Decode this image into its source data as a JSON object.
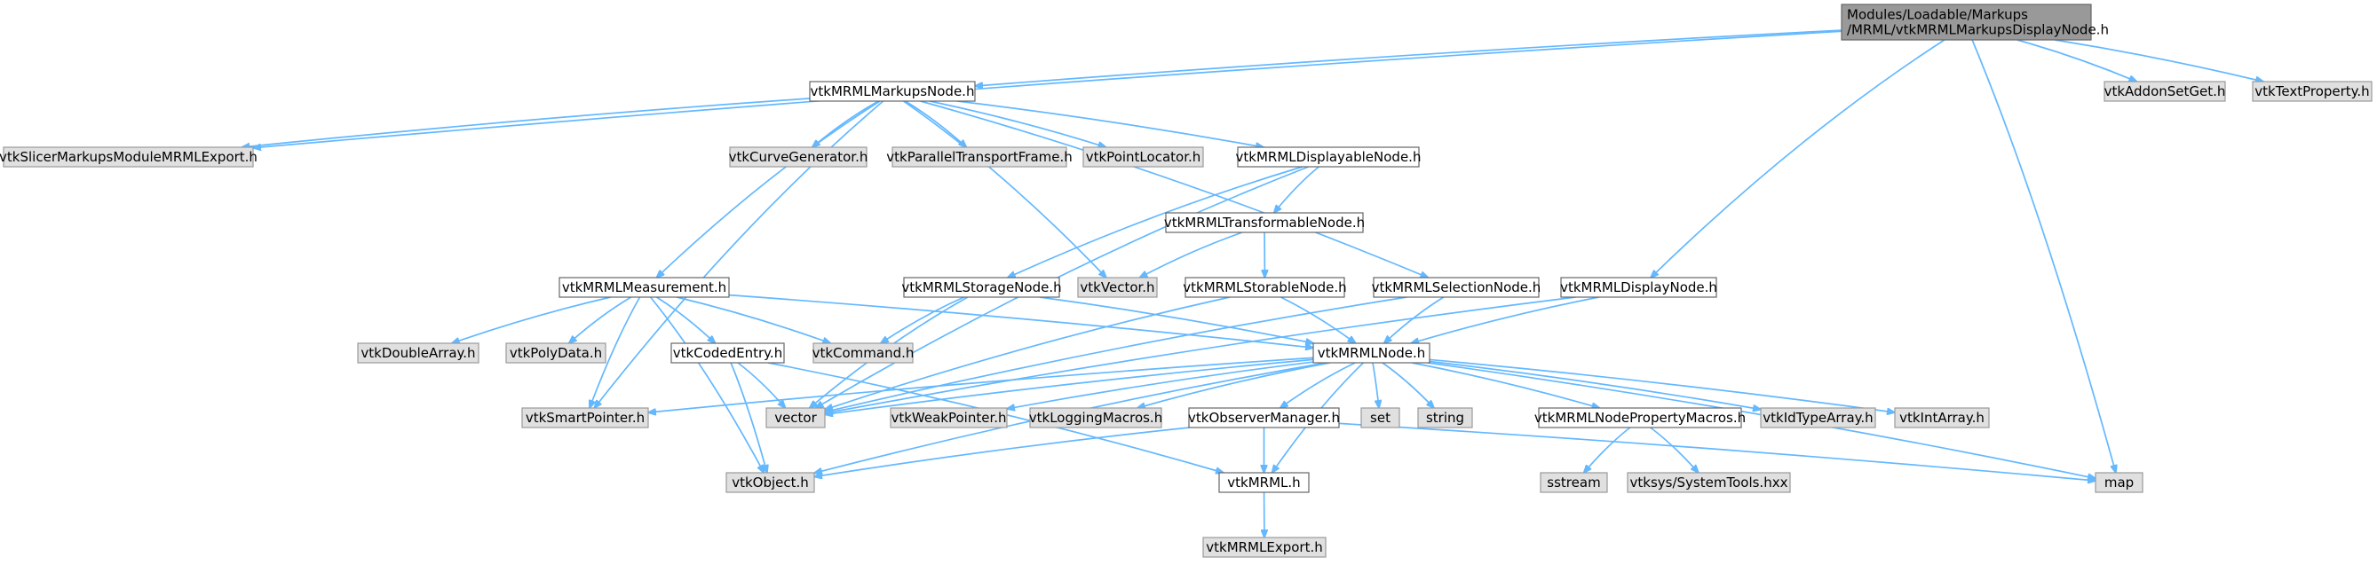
{
  "title": "",
  "colors": {
    "root_fill": "#999999",
    "root_stroke": "#666666",
    "node_fill": "#ffffff",
    "node_stroke": "#666666",
    "leaf_fill": "#e0e0e0",
    "leaf_stroke": "#999999",
    "edge": "#63b8ff"
  },
  "nodes": [
    {
      "id": "root",
      "lines": [
        "Modules/Loadable/Markups",
        "/MRML/vtkMRMLMarkupsDisplayNode.h"
      ],
      "style": "root"
    },
    {
      "id": "markupsnode",
      "lines": [
        "vtkMRMLMarkupsNode.h"
      ],
      "style": "node"
    },
    {
      "id": "slicerexport",
      "lines": [
        "vtkSlicerMarkupsModuleMRMLExport.h"
      ],
      "style": "leaf"
    },
    {
      "id": "curvegen",
      "lines": [
        "vtkCurveGenerator.h"
      ],
      "style": "leaf"
    },
    {
      "id": "paralleltransport",
      "lines": [
        "vtkParallelTransportFrame.h"
      ],
      "style": "leaf"
    },
    {
      "id": "pointlocator",
      "lines": [
        "vtkPointLocator.h"
      ],
      "style": "leaf"
    },
    {
      "id": "displayable",
      "lines": [
        "vtkMRMLDisplayableNode.h"
      ],
      "style": "node"
    },
    {
      "id": "addonsetget",
      "lines": [
        "vtkAddonSetGet.h"
      ],
      "style": "leaf"
    },
    {
      "id": "textproperty",
      "lines": [
        "vtkTextProperty.h"
      ],
      "style": "leaf"
    },
    {
      "id": "transformable",
      "lines": [
        "vtkMRMLTransformableNode.h"
      ],
      "style": "node"
    },
    {
      "id": "vtkvector",
      "lines": [
        "vtkVector.h"
      ],
      "style": "leaf"
    },
    {
      "id": "measurement",
      "lines": [
        "vtkMRMLMeasurement.h"
      ],
      "style": "node"
    },
    {
      "id": "storage",
      "lines": [
        "vtkMRMLStorageNode.h"
      ],
      "style": "node"
    },
    {
      "id": "storable",
      "lines": [
        "vtkMRMLStorableNode.h"
      ],
      "style": "node"
    },
    {
      "id": "selection",
      "lines": [
        "vtkMRMLSelectionNode.h"
      ],
      "style": "node"
    },
    {
      "id": "displaynode",
      "lines": [
        "vtkMRMLDisplayNode.h"
      ],
      "style": "node"
    },
    {
      "id": "doublearray",
      "lines": [
        "vtkDoubleArray.h"
      ],
      "style": "leaf"
    },
    {
      "id": "polydata",
      "lines": [
        "vtkPolyData.h"
      ],
      "style": "leaf"
    },
    {
      "id": "codedentry",
      "lines": [
        "vtkCodedEntry.h"
      ],
      "style": "node"
    },
    {
      "id": "command",
      "lines": [
        "vtkCommand.h"
      ],
      "style": "leaf"
    },
    {
      "id": "mrmlnode",
      "lines": [
        "vtkMRMLNode.h"
      ],
      "style": "node"
    },
    {
      "id": "smartpointer",
      "lines": [
        "vtkSmartPointer.h"
      ],
      "style": "leaf"
    },
    {
      "id": "vector",
      "lines": [
        "vector"
      ],
      "style": "leaf"
    },
    {
      "id": "weakpointer",
      "lines": [
        "vtkWeakPointer.h"
      ],
      "style": "leaf"
    },
    {
      "id": "loggingmacros",
      "lines": [
        "vtkLoggingMacros.h"
      ],
      "style": "leaf"
    },
    {
      "id": "observermanager",
      "lines": [
        "vtkObserverManager.h"
      ],
      "style": "node"
    },
    {
      "id": "set",
      "lines": [
        "set"
      ],
      "style": "leaf"
    },
    {
      "id": "string",
      "lines": [
        "string"
      ],
      "style": "leaf"
    },
    {
      "id": "propertymacros",
      "lines": [
        "vtkMRMLNodePropertyMacros.h"
      ],
      "style": "node"
    },
    {
      "id": "idtypearray",
      "lines": [
        "vtkIdTypeArray.h"
      ],
      "style": "leaf"
    },
    {
      "id": "intarray",
      "lines": [
        "vtkIntArray.h"
      ],
      "style": "leaf"
    },
    {
      "id": "map",
      "lines": [
        "map"
      ],
      "style": "leaf"
    },
    {
      "id": "vtkobject",
      "lines": [
        "vtkObject.h"
      ],
      "style": "leaf"
    },
    {
      "id": "vtkmrml",
      "lines": [
        "vtkMRML.h"
      ],
      "style": "node"
    },
    {
      "id": "sstream",
      "lines": [
        "sstream"
      ],
      "style": "leaf"
    },
    {
      "id": "systemtools",
      "lines": [
        "vtksys/SystemTools.hxx"
      ],
      "style": "leaf"
    },
    {
      "id": "mrmlexport",
      "lines": [
        "vtkMRMLExport.h"
      ],
      "style": "leaf"
    }
  ],
  "edges": [
    [
      "root",
      "markupsnode"
    ],
    [
      "root",
      "slicerexport"
    ],
    [
      "root",
      "displaynode"
    ],
    [
      "root",
      "addonsetget"
    ],
    [
      "root",
      "textproperty"
    ],
    [
      "root",
      "map"
    ],
    [
      "markupsnode",
      "slicerexport"
    ],
    [
      "markupsnode",
      "curvegen"
    ],
    [
      "markupsnode",
      "paralleltransport"
    ],
    [
      "markupsnode",
      "pointlocator"
    ],
    [
      "markupsnode",
      "displayable"
    ],
    [
      "markupsnode",
      "vtkvector"
    ],
    [
      "markupsnode",
      "measurement"
    ],
    [
      "markupsnode",
      "selection"
    ],
    [
      "markupsnode",
      "smartpointer"
    ],
    [
      "displayable",
      "transformable"
    ],
    [
      "displayable",
      "storage"
    ],
    [
      "displayable",
      "vector"
    ],
    [
      "transformable",
      "vtkvector"
    ],
    [
      "transformable",
      "storable"
    ],
    [
      "measurement",
      "doublearray"
    ],
    [
      "measurement",
      "polydata"
    ],
    [
      "measurement",
      "codedentry"
    ],
    [
      "measurement",
      "command"
    ],
    [
      "measurement",
      "mrmlnode"
    ],
    [
      "measurement",
      "smartpointer"
    ],
    [
      "measurement",
      "vtkobject"
    ],
    [
      "storage",
      "command"
    ],
    [
      "storage",
      "mrmlnode"
    ],
    [
      "storage",
      "vector"
    ],
    [
      "storable",
      "mrmlnode"
    ],
    [
      "storable",
      "vector"
    ],
    [
      "selection",
      "mrmlnode"
    ],
    [
      "selection",
      "vector"
    ],
    [
      "displaynode",
      "mrmlnode"
    ],
    [
      "displaynode",
      "vector"
    ],
    [
      "codedentry",
      "vector"
    ],
    [
      "codedentry",
      "vtkobject"
    ],
    [
      "codedentry",
      "vtkmrml"
    ],
    [
      "mrmlnode",
      "smartpointer"
    ],
    [
      "mrmlnode",
      "vector"
    ],
    [
      "mrmlnode",
      "weakpointer"
    ],
    [
      "mrmlnode",
      "loggingmacros"
    ],
    [
      "mrmlnode",
      "observermanager"
    ],
    [
      "mrmlnode",
      "set"
    ],
    [
      "mrmlnode",
      "string"
    ],
    [
      "mrmlnode",
      "propertymacros"
    ],
    [
      "mrmlnode",
      "idtypearray"
    ],
    [
      "mrmlnode",
      "intarray"
    ],
    [
      "mrmlnode",
      "map"
    ],
    [
      "mrmlnode",
      "vtkobject"
    ],
    [
      "mrmlnode",
      "vtkmrml"
    ],
    [
      "observermanager",
      "vtkobject"
    ],
    [
      "observermanager",
      "vtkmrml"
    ],
    [
      "observermanager",
      "map"
    ],
    [
      "propertymacros",
      "sstream"
    ],
    [
      "propertymacros",
      "systemtools"
    ],
    [
      "vtkmrml",
      "mrmlexport"
    ]
  ]
}
